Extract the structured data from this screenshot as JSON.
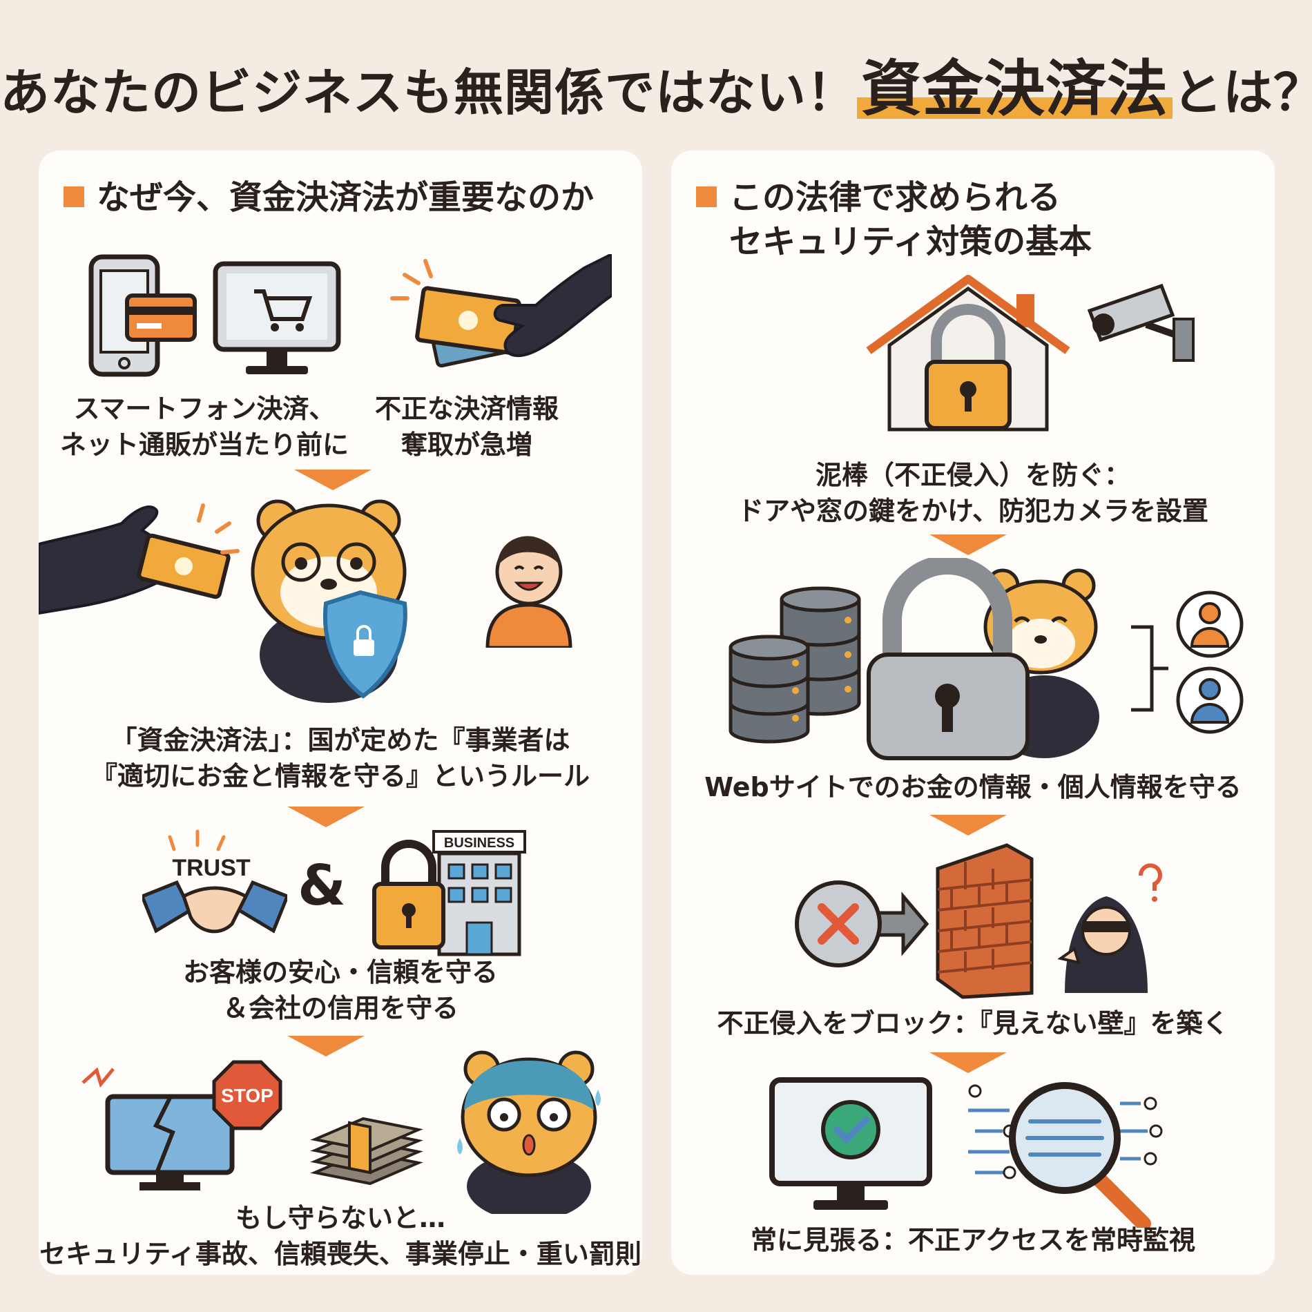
{
  "title": {
    "prefix": "あなたのビジネスも無関係ではない！",
    "highlight": "資金決済法",
    "suffix": "とは？"
  },
  "left_panel": {
    "heading": "なぜ今、資金決済法が重要なのか",
    "steps": [
      {
        "line1": "スマートフォン決済、",
        "line2": "ネット通販が当たり前に"
      },
      {
        "line1": "不正な決済情報",
        "line2": "奪取が急増"
      },
      {
        "line1": "「資金決済法」：国が定めた『事業者は",
        "line2": "『適切にお金と情報を守る』というルール"
      },
      {
        "line1": "お客様の安心・信頼を守る",
        "line2": "＆会社の信用を守る"
      },
      {
        "line1": "もし守らないと…",
        "line2": "セキュリティ事故、信頼喪失、事業停止・重い罰則"
      }
    ],
    "labels": {
      "trust": "TRUST",
      "amp": "&",
      "business": "BUSINESS",
      "stop": "STOP"
    }
  },
  "right_panel": {
    "heading_line1": "この法律で求められる",
    "heading_line2": "セキュリティ対策の基本",
    "steps": [
      {
        "line1": "泥棒（不正侵入）を防ぐ：",
        "line2": "ドアや窓の鍵をかけ、防犯カメラを設置"
      },
      {
        "line1": "Webサイトでのお金の情報・個人情報を守る"
      },
      {
        "line1": "不正侵入をブロック：『見えない壁』を築く"
      },
      {
        "line1": "常に見張る：不正アクセスを常時監視"
      }
    ]
  },
  "colors": {
    "accent": "#ef8a3c",
    "highlight": "#f2a93b",
    "dark": "#2a211d",
    "panel": "#fffdfa",
    "background": "#f4ece2"
  },
  "icons": [
    "smartphone-card-icon",
    "monitor-cart-icon",
    "stolen-money-icon",
    "thief-hand-icon",
    "mascot-shield-icon",
    "customer-face-icon",
    "handshake-icon",
    "business-lock-icon",
    "broken-monitor-icon",
    "stop-sign-icon",
    "money-stack-icon",
    "worried-mascot-icon",
    "house-lock-icon",
    "security-camera-icon",
    "database-icon",
    "mascot-padlock-icon",
    "user-icon",
    "block-x-icon",
    "firewall-icon",
    "hacker-icon",
    "monitor-check-icon",
    "magnifier-scan-icon"
  ]
}
